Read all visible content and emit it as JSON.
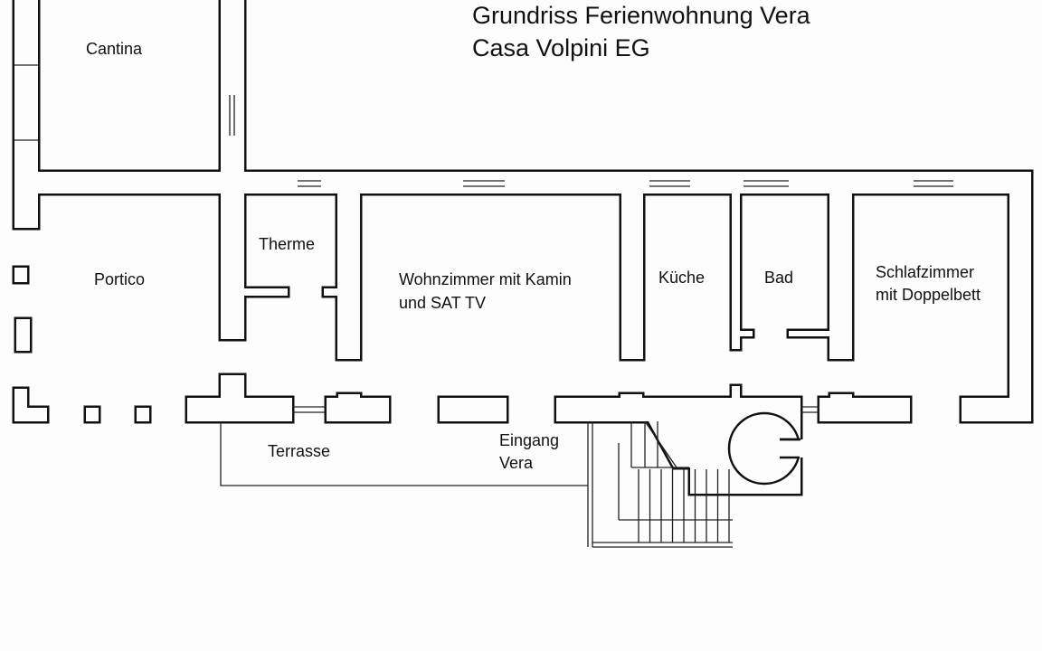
{
  "title": {
    "line1": "Grundriss Ferienwohnung Vera",
    "line2": "Casa Volpini EG"
  },
  "rooms": {
    "cantina": "Cantina",
    "portico": "Portico",
    "therme": "Therme",
    "wohnzimmer_line1": "Wohnzimmer mit Kamin",
    "wohnzimmer_line2": "und SAT TV",
    "kueche": "Küche",
    "bad": "Bad",
    "schlafzimmer_line1": "Schlafzimmer",
    "schlafzimmer_line2": "mit Doppelbett",
    "terrasse": "Terrasse",
    "eingang_line1": "Eingang",
    "eingang_line2": "Vera"
  }
}
